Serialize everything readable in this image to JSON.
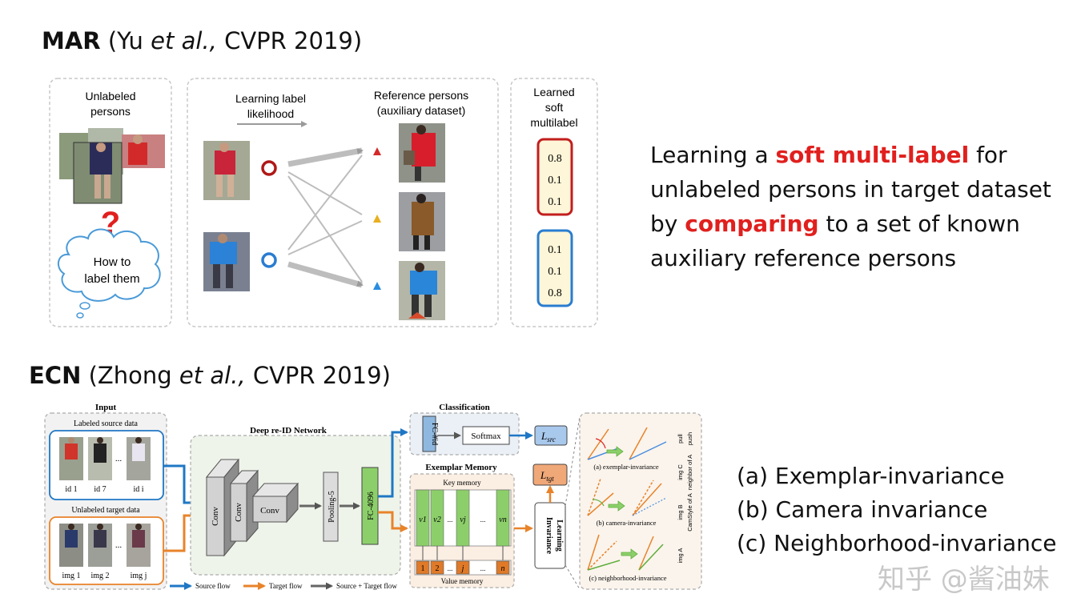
{
  "mar": {
    "heading_name": "MAR",
    "heading_pre": " (Yu ",
    "heading_etal": "et al.,",
    "heading_post": " CVPR 2019)",
    "unlabeled_title_1": "Unlabeled",
    "unlabeled_title_2": "persons",
    "question_mark": "?",
    "cloud_line_1": "How to",
    "cloud_line_2": "label them",
    "learning_label_1": "Learning label",
    "learning_label_2": "likelihood",
    "reference_title_1": "Reference persons",
    "reference_title_2": "(auxiliary dataset)",
    "learned_title_1": "Learned",
    "learned_title_2": "soft",
    "learned_title_3": "multilabel",
    "label_red": [
      "0.8",
      "0.1",
      "0.1"
    ],
    "label_blue": [
      "0.1",
      "0.1",
      "0.8"
    ]
  },
  "description": {
    "part1": "Learning a ",
    "highlight1": "soft multi-label",
    "part2": " for unlabeled persons in target dataset by ",
    "highlight2": "comparing",
    "part3": " to a set of known auxiliary reference persons",
    "highlight_color": "#e0201e"
  },
  "ecn": {
    "heading_name": "ECN",
    "heading_pre": " (Zhong ",
    "heading_etal": "et al.,",
    "heading_post": " CVPR 2019)",
    "input_title": "Input",
    "source_title": "Labeled source data",
    "source_ids": [
      "id 1",
      "id 7",
      "id i"
    ],
    "target_title": "Unlabeled target data",
    "target_ids": [
      "img 1",
      "img 2",
      "img j"
    ],
    "dots": "...",
    "network_title": "Deep re-ID Network",
    "conv": "Conv",
    "pooling": "Pooling-5",
    "fc4096": "FC-4096",
    "classification_title": "Classification",
    "fc_id": "FC-#id",
    "softmax": "Softmax",
    "lsrc_main": "L",
    "lsrc_sub": "src",
    "ltgt_main": "L",
    "ltgt_sub": "tgt",
    "exemplar_title": "Exemplar Memory",
    "key_memory": "Key memory",
    "value_memory": "Value memory",
    "memory_slots": [
      "v1",
      "v2",
      "...",
      "vj",
      "...",
      "vn"
    ],
    "value_slots": [
      "1",
      "2",
      "...",
      "j",
      "...",
      "n"
    ],
    "invariance_1": "Invariance",
    "invariance_2": "Learning",
    "panel_a": "(a) exemplar-invariance",
    "panel_b": "(b) camera-invariance",
    "panel_c": "(c) neighborhood-invariance",
    "legend_pull": "pull",
    "legend_push": "push",
    "legend_imgC": "img C",
    "legend_neighbor": "neighbor of A",
    "legend_imgB": "img B",
    "legend_camstyle": "CamStyle of A",
    "legend_imgA": "img A",
    "flow_source": "Source flow",
    "flow_target": "Target flow",
    "flow_both": "Source + Target flow",
    "color_source": "#1f77c4",
    "color_target": "#e8832a",
    "color_both": "#666666"
  },
  "invariances": {
    "a": "(a) Exemplar-invariance",
    "b": "(b) Camera invariance",
    "c": "(c) Neighborhood-invariance"
  },
  "watermark": "知乎 @酱油妹"
}
